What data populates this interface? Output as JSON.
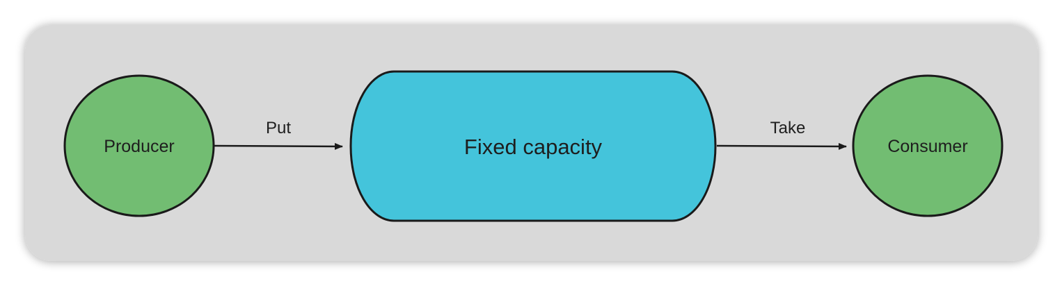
{
  "diagram": {
    "colors": {
      "panel": "#d9d9d9",
      "node_green": "#72bd72",
      "node_blue": "#44c4db",
      "stroke": "#1a1a1a",
      "text": "#1e1e1e"
    },
    "nodes": {
      "producer": {
        "label": "Producer",
        "shape": "circle"
      },
      "buffer": {
        "label": "Fixed capacity",
        "shape": "stadium"
      },
      "consumer": {
        "label": "Consumer",
        "shape": "circle"
      }
    },
    "edges": {
      "put": {
        "label": "Put",
        "from": "Producer",
        "to": "Fixed capacity"
      },
      "take": {
        "label": "Take",
        "from": "Fixed capacity",
        "to": "Consumer"
      }
    }
  }
}
